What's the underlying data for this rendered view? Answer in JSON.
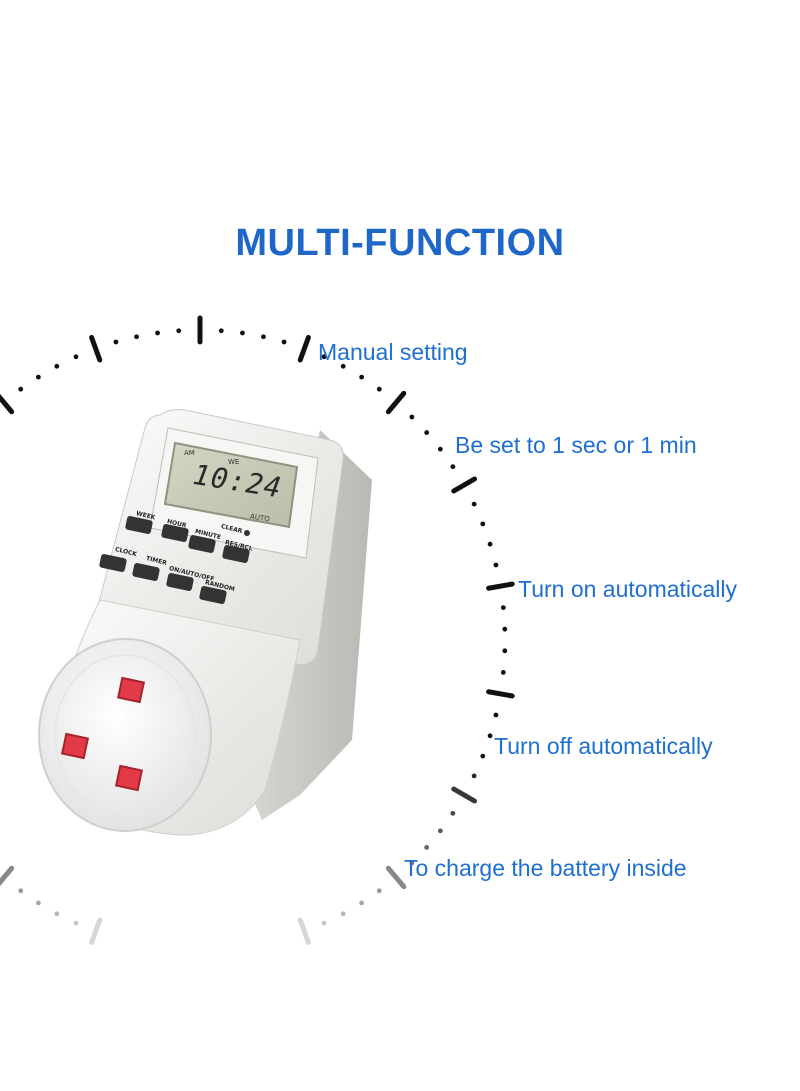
{
  "heading": "MULTI-FUNCTION",
  "features": [
    "Manual setting",
    "Be set to 1 sec or 1 min",
    "Turn on automatically",
    "Turn off automatically",
    "To charge the battery inside"
  ],
  "device": {
    "display_time": "10:24",
    "display_am": "AM",
    "display_day": "WE",
    "display_mode": "AUTO",
    "buttons": [
      "WEEK",
      "HOUR",
      "MINUTE",
      "CLEAR",
      "RES/RCL",
      "CLOCK",
      "TIMER",
      "ON/AUTO/OFF",
      "RANDOM"
    ]
  },
  "colors": {
    "heading": "#1f66c9",
    "feature_text": "#1e6fd0",
    "dial_marks": "#111111",
    "device_body": "#f2f2f0",
    "lcd": "#c9cdb8",
    "socket_pins": "#e23b47"
  }
}
